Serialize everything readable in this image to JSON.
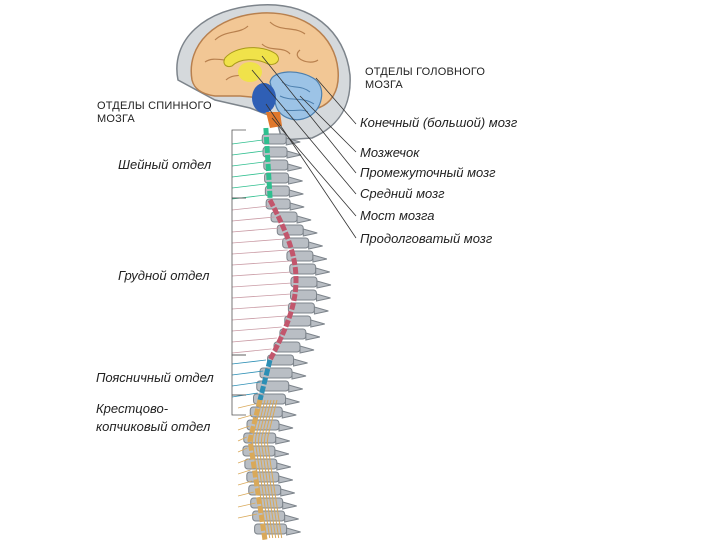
{
  "headers": {
    "brain_sections": [
      "ОТДЕЛЫ ГОЛОВНОГО",
      "МОЗГА"
    ],
    "spinal_sections": [
      "ОТДЕЛЫ СПИННОГО",
      "МОЗГА"
    ]
  },
  "brain_labels": [
    "Конечный (большой) мозг",
    "Мозжечок",
    "Промежуточный мозг",
    "Средний мозг",
    "Мост мозга",
    "Продолговатый мозг"
  ],
  "spinal_labels": [
    [
      "Шейный отдел"
    ],
    [
      "Грудной отдел"
    ],
    [
      "Поясничный отдел"
    ],
    [
      "Крестцово-",
      "копчиковый отдел"
    ]
  ],
  "colors": {
    "cerebrum": "#f2c795",
    "cerebrum_outline": "#b8804e",
    "cerebellum": "#9cc3e6",
    "diencephalon": "#f0e24a",
    "midbrain": "#2f5fb5",
    "pons": "#e0782c",
    "medulla": "#2f5fb5",
    "cervical": "#2fbf8f",
    "thoracic": "#c2566c",
    "lumbar": "#2d8fb5",
    "sacral": "#d9a95a",
    "vertebra": "#b9bec4",
    "vertebra_outline": "#7d848b",
    "skull": "#c9ced2"
  }
}
